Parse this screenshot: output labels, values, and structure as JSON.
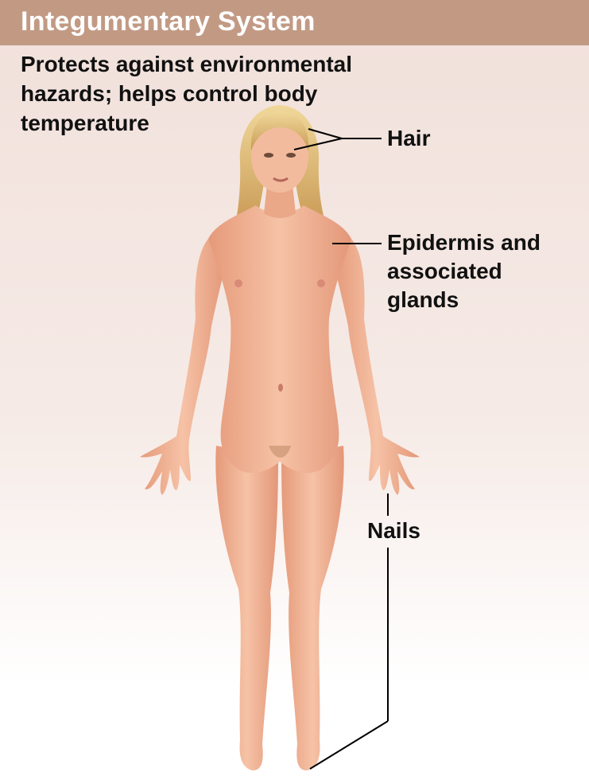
{
  "header": {
    "title": "Integumentary System"
  },
  "description": "Protects against environmental hazards; helps control body temperature",
  "labels": {
    "hair": "Hair",
    "epidermis": "Epidermis and associated glands",
    "nails": "Nails"
  },
  "colors": {
    "header_bar": "#c29a84",
    "skin": "#f0b394",
    "hair": "#e3c27e",
    "leader_line": "#000000"
  }
}
